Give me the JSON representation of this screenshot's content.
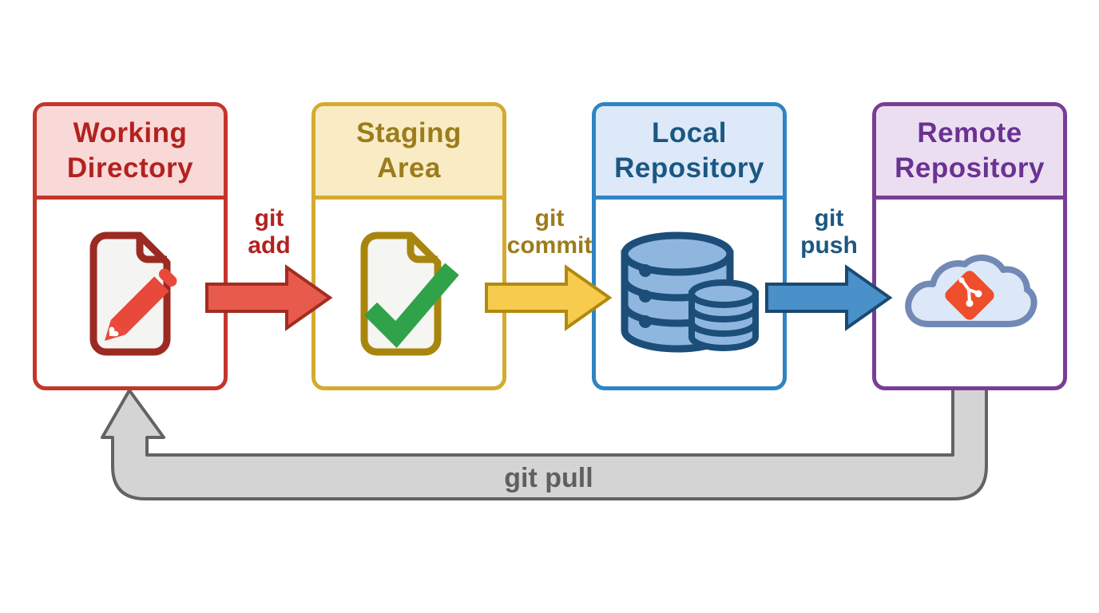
{
  "background": "#FFFFFF",
  "diagram": {
    "stages": [
      {
        "name": "Working Directory",
        "lines": [
          "Working",
          "Directory"
        ],
        "icon": "document-pencil-icon",
        "colors": {
          "border": "#C4362B",
          "header_bg": "#F9D9D8",
          "title": "#B2221F",
          "icon_primary": "#9B2B22",
          "icon_fill": "#F4F4F2",
          "icon_accent": "#E8493A"
        }
      },
      {
        "name": "Staging Area",
        "lines": [
          "Staging",
          "Area"
        ],
        "icon": "document-check-icon",
        "colors": {
          "border": "#D4AB2E",
          "header_bg": "#F9ECC5",
          "title": "#9C7C1B",
          "icon_primary": "#A8860D",
          "icon_fill": "#F5F5F2",
          "icon_accent": "#2FA24A"
        }
      },
      {
        "name": "Local Repository",
        "lines": [
          "Local",
          "Repository"
        ],
        "icon": "database-icon",
        "colors": {
          "border": "#2E84C4",
          "header_bg": "#DDE9F8",
          "title": "#1B5783",
          "icon_primary": "#1C4E79",
          "icon_fill": "#8FB6DE",
          "icon_accent": "#8FB6DE"
        }
      },
      {
        "name": "Remote Repository",
        "lines": [
          "Remote",
          "Repository"
        ],
        "icon": "git-cloud-icon",
        "colors": {
          "border": "#7A3D96",
          "header_bg": "#EBDEF1",
          "title": "#6A3292",
          "icon_primary": "#7189B4",
          "icon_fill": "#DCE8F7",
          "icon_accent": "#EE4E2B"
        }
      }
    ],
    "arrows": [
      {
        "name": "git add",
        "lines": [
          "git",
          "add"
        ],
        "fill": "#E85A4C",
        "stroke": "#A22C22",
        "label_color": "#B2221F"
      },
      {
        "name": "git commit",
        "lines": [
          "git",
          "commit"
        ],
        "fill": "#F6CB4E",
        "stroke": "#B08A0F",
        "label_color": "#9C7C1B"
      },
      {
        "name": "git push",
        "lines": [
          "git",
          "push"
        ],
        "fill": "#4A90C9",
        "stroke": "#1B4A70",
        "label_color": "#1B5783"
      },
      {
        "name": "git pull",
        "label": "git pull",
        "fill": "#D4D4D4",
        "stroke": "#636363",
        "label_color": "#5F5F5F"
      }
    ]
  }
}
